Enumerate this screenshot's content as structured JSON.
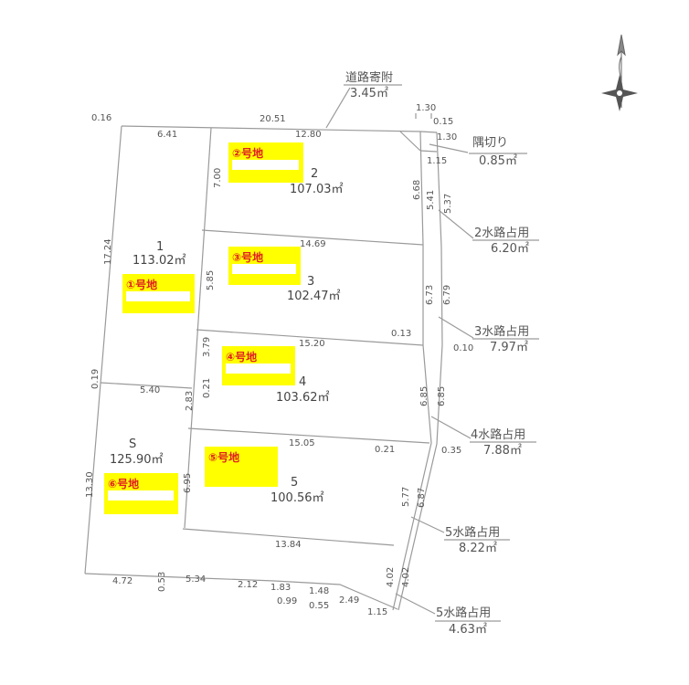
{
  "boundary_dims": {
    "top_main": "20.51",
    "top_left": "0.16",
    "top_right_a": "1.30",
    "top_right_b": "0.15",
    "right_small": "1.30",
    "bottom_a": "4.72",
    "bottom_b": "0.53",
    "bottom_c": "5.34",
    "bottom_d": "2.12",
    "bottom_e": "1.83",
    "bottom_f": "0.99",
    "bottom_g": "1.48",
    "bottom_h": "0.55",
    "bottom_i": "2.49",
    "bottom_j": "1.15",
    "left_upper": "17.24",
    "left_mid": "0.19",
    "left_lower": "13.30"
  },
  "inner_dims": {
    "d_641": "6.41",
    "d_1280": "12.80",
    "d_700": "7.00",
    "d_1469": "14.69",
    "d_585": "5.85",
    "d_1520": "15.20",
    "d_379": "3.79",
    "d_021a": "0.21",
    "d_283": "2.83",
    "d_540": "5.40",
    "d_1505": "15.05",
    "d_695": "6.95",
    "d_1384": "13.84",
    "d_668": "6.68",
    "d_541": "5.41",
    "d_537": "5.37",
    "d_673": "6.73",
    "d_679": "6.79",
    "d_013": "0.13",
    "d_010": "0.10",
    "d_685a": "6.85",
    "d_685b": "6.85",
    "d_021b": "0.21",
    "d_035": "0.35",
    "d_577": "5.77",
    "d_687": "6.87",
    "d_402a": "4.02",
    "d_402b": "4.02",
    "d_115": "1.15"
  },
  "lots": [
    {
      "no": "1",
      "area": "113.02㎡"
    },
    {
      "no": "2",
      "area": "107.03㎡"
    },
    {
      "no": "3",
      "area": "102.47㎡"
    },
    {
      "no": "4",
      "area": "103.62㎡"
    },
    {
      "no": "5",
      "area": "100.56㎡"
    },
    {
      "no": "S",
      "area": "125.90㎡"
    }
  ],
  "badges": [
    "①号地",
    "②号地",
    "③号地",
    "④号地",
    "⑤号地",
    "⑥号地"
  ],
  "callouts": {
    "road_label": "道路寄附",
    "road_area": "3.45㎡",
    "corner_label": "隅切り",
    "corner_area": "0.85㎡",
    "w2_label": "2水路占用",
    "w2_area": "6.20㎡",
    "w3_label": "3水路占用",
    "w3_area": "7.97㎡",
    "w4_label": "4水路占用",
    "w4_area": "7.88㎡",
    "w5a_label": "5水路占用",
    "w5a_area": "8.22㎡",
    "w5b_label": "5水路占用",
    "w5b_area": "4.63㎡"
  },
  "colors": {
    "highlight": "#ffff00",
    "badge_text": "#e02020",
    "line": "#9a9a9a"
  },
  "icons": [
    "north-arrow-icon",
    "compass-rose-icon"
  ]
}
